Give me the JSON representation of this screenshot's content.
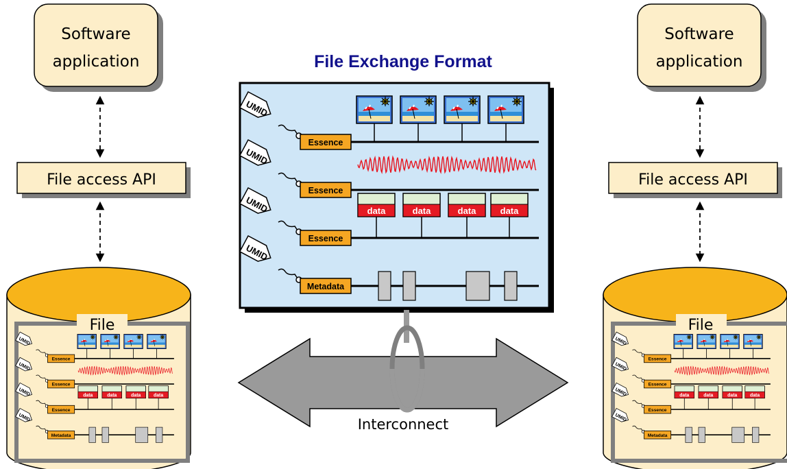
{
  "title": "File Exchange Format",
  "left": {
    "app_line1": "Software",
    "app_line2": "application",
    "api": "File access API",
    "file": "File"
  },
  "right": {
    "app_line1": "Software",
    "app_line2": "application",
    "api": "File access API",
    "file": "File"
  },
  "tracks": {
    "umid": "UMID",
    "essence": "Essence",
    "metadata": "Metadata",
    "data": "data"
  },
  "interconnect": "Interconnect",
  "colors": {
    "box_fill": "#fdeec9",
    "orange": "#f5a623",
    "drum_top": "#f7b41a",
    "panel_bg": "#cfe6f7",
    "title_blue": "#12128c",
    "wave_red": "#e8141e",
    "data_red": "#e51b24",
    "arrow_gray": "#9a9a9a"
  }
}
